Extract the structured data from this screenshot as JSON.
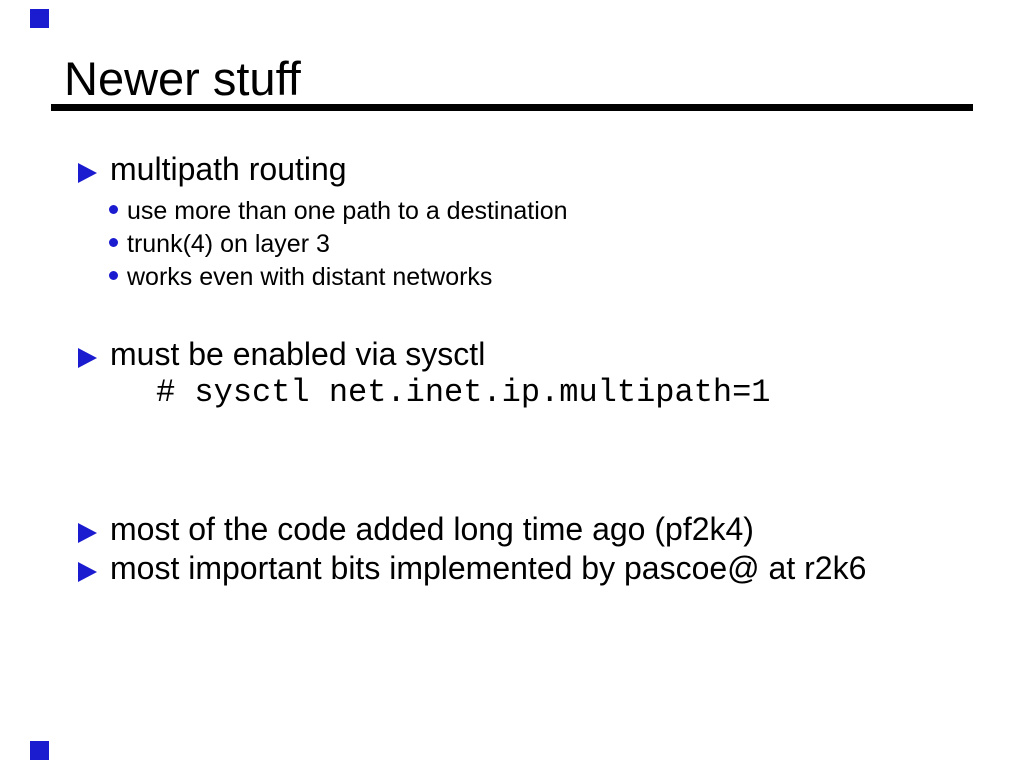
{
  "slide": {
    "title": "Newer stuff",
    "background_color": "#ffffff",
    "text_color": "#000000",
    "accent_color": "#1b1bcf",
    "title_rule_color": "#000000",
    "decorations": {
      "top_left_square": "blue-square",
      "bottom_left_square": "blue-square",
      "square_color": "#1b1bcf"
    },
    "bullets": [
      {
        "icon": "triangle-right",
        "label": "multipath routing",
        "sub_icon": "dot",
        "sub": [
          "use more than one path to a destination",
          "trunk(4) on layer 3",
          "works even with distant networks"
        ]
      },
      {
        "icon": "triangle-right",
        "label": "must be enabled via sysctl",
        "code": "# sysctl net.inet.ip.multipath=1"
      },
      {
        "icon": "triangle-right",
        "label": "most of the code added long time ago (pf2k4)"
      },
      {
        "icon": "triangle-right",
        "label": "most important bits implemented by pascoe@ at r2k6"
      }
    ]
  }
}
